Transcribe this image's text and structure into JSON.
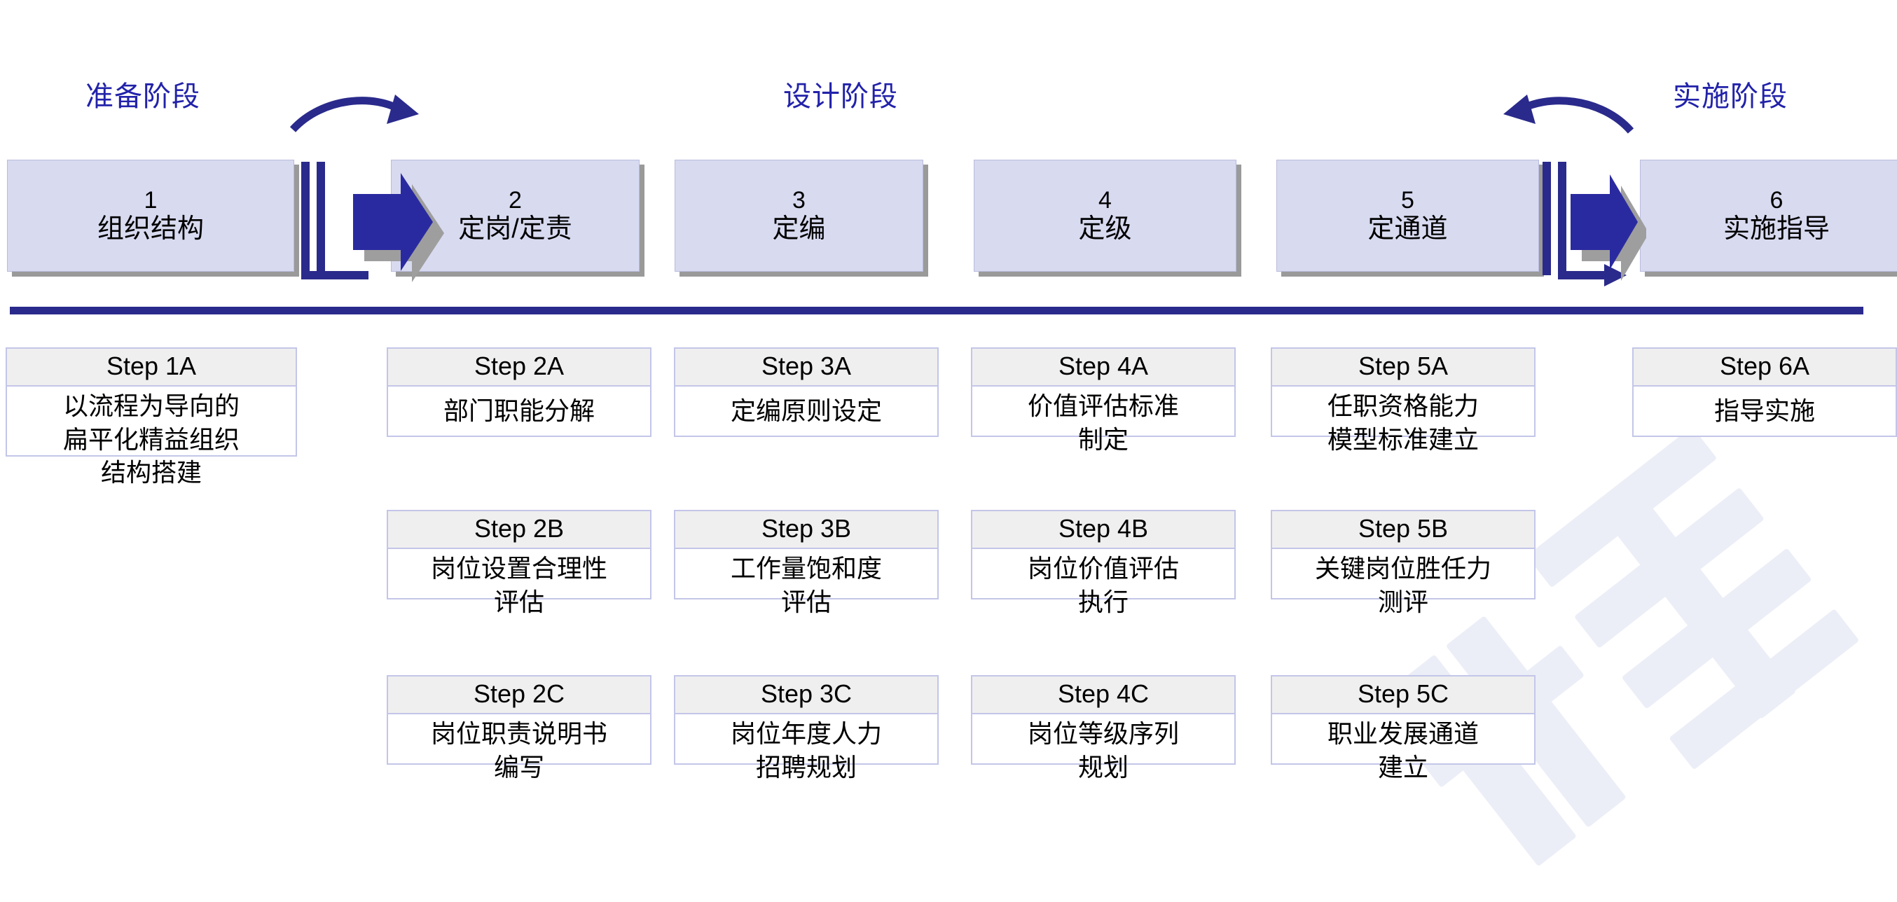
{
  "diagram": {
    "title_color": "#2222aa",
    "divider_color": "#2a2a8c",
    "stage_fill": "#d8daf0",
    "step_header_fill": "#efefef",
    "step_border": "#c3c6e8",
    "arrow_color": "#2a2a8c"
  },
  "phases": [
    {
      "id": "prep",
      "label": "准备阶段"
    },
    {
      "id": "design",
      "label": "设计阶段"
    },
    {
      "id": "impl",
      "label": "实施阶段"
    }
  ],
  "stages": [
    {
      "num": "1",
      "label": "组织结构"
    },
    {
      "num": "2",
      "label": "定岗/定责"
    },
    {
      "num": "3",
      "label": "定编"
    },
    {
      "num": "4",
      "label": "定级"
    },
    {
      "num": "5",
      "label": "定通道"
    },
    {
      "num": "6",
      "label": "实施指导"
    }
  ],
  "columns": [
    {
      "stage": "1",
      "steps": [
        {
          "title": "Step 1A",
          "text": "以流程为导向的\n扁平化精益组织\n结构搭建"
        }
      ]
    },
    {
      "stage": "2",
      "steps": [
        {
          "title": "Step 2A",
          "text": "部门职能分解"
        },
        {
          "title": "Step 2B",
          "text": "岗位设置合理性\n评估"
        },
        {
          "title": "Step 2C",
          "text": "岗位职责说明书\n编写"
        }
      ]
    },
    {
      "stage": "3",
      "steps": [
        {
          "title": "Step 3A",
          "text": "定编原则设定"
        },
        {
          "title": "Step 3B",
          "text": "工作量饱和度\n评估"
        },
        {
          "title": "Step 3C",
          "text": "岗位年度人力\n招聘规划"
        }
      ]
    },
    {
      "stage": "4",
      "steps": [
        {
          "title": "Step 4A",
          "text": "价值评估标准\n制定"
        },
        {
          "title": "Step 4B",
          "text": "岗位价值评估\n执行"
        },
        {
          "title": "Step 4C",
          "text": "岗位等级序列\n规划"
        }
      ]
    },
    {
      "stage": "5",
      "steps": [
        {
          "title": "Step 5A",
          "text": "任职资格能力\n模型标准建立"
        },
        {
          "title": "Step 5B",
          "text": "关键岗位胜任力\n测评"
        },
        {
          "title": "Step 5C",
          "text": "职业发展通道\n建立"
        }
      ]
    },
    {
      "stage": "6",
      "steps": [
        {
          "title": "Step 6A",
          "text": "指导实施"
        }
      ]
    }
  ]
}
